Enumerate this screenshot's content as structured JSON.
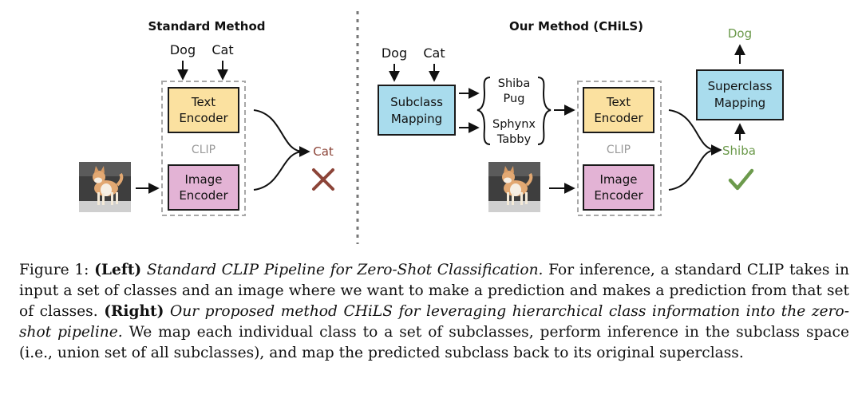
{
  "left_panel": {
    "title": "Standard Method",
    "inputs": [
      "Dog",
      "Cat"
    ],
    "text_encoder": [
      "Text",
      "Encoder"
    ],
    "image_encoder": [
      "Image",
      "Encoder"
    ],
    "clip_label": "CLIP",
    "prediction": "Cat",
    "result_icon": "cross-icon"
  },
  "right_panel": {
    "title": "Our Method (CHiLS)",
    "inputs": [
      "Dog",
      "Cat"
    ],
    "subclass_mapping": [
      "Subclass",
      "Mapping"
    ],
    "subclasses_group1": [
      "Shiba",
      "Pug"
    ],
    "subclasses_group2": [
      "Sphynx",
      "Tabby"
    ],
    "text_encoder": [
      "Text",
      "Encoder"
    ],
    "image_encoder": [
      "Image",
      "Encoder"
    ],
    "clip_label": "CLIP",
    "subclass_prediction": "Shiba",
    "superclass_mapping": [
      "Superclass",
      "Mapping"
    ],
    "final_prediction": "Dog",
    "result_icon": "checkmark-icon"
  },
  "colors": {
    "text_encoder_fill": "#fbe1a0",
    "image_encoder_fill": "#e3b3d5",
    "mapping_fill": "#a9dced",
    "wrong": "#8c4438",
    "right": "#6c9a4c",
    "clip_gray": "#9a9a9a"
  },
  "caption": {
    "figure_label": "Figure 1:",
    "left_tag": "(Left)",
    "left_title": "Standard CLIP Pipeline for Zero-Shot Classification.",
    "left_text": "For inference, a standard CLIP takes in input a set of classes and an image where we want to make a prediction and makes a prediction from that set of classes.",
    "right_tag": "(Right)",
    "right_title": "Our proposed method CHiLS for leveraging hierarchical class information into the zero-shot pipeline.",
    "right_text": "We map each individual class to a set of subclasses, perform inference in the subclass space (i.e., union set of all subclasses), and map the predicted subclass back to its original superclass."
  }
}
